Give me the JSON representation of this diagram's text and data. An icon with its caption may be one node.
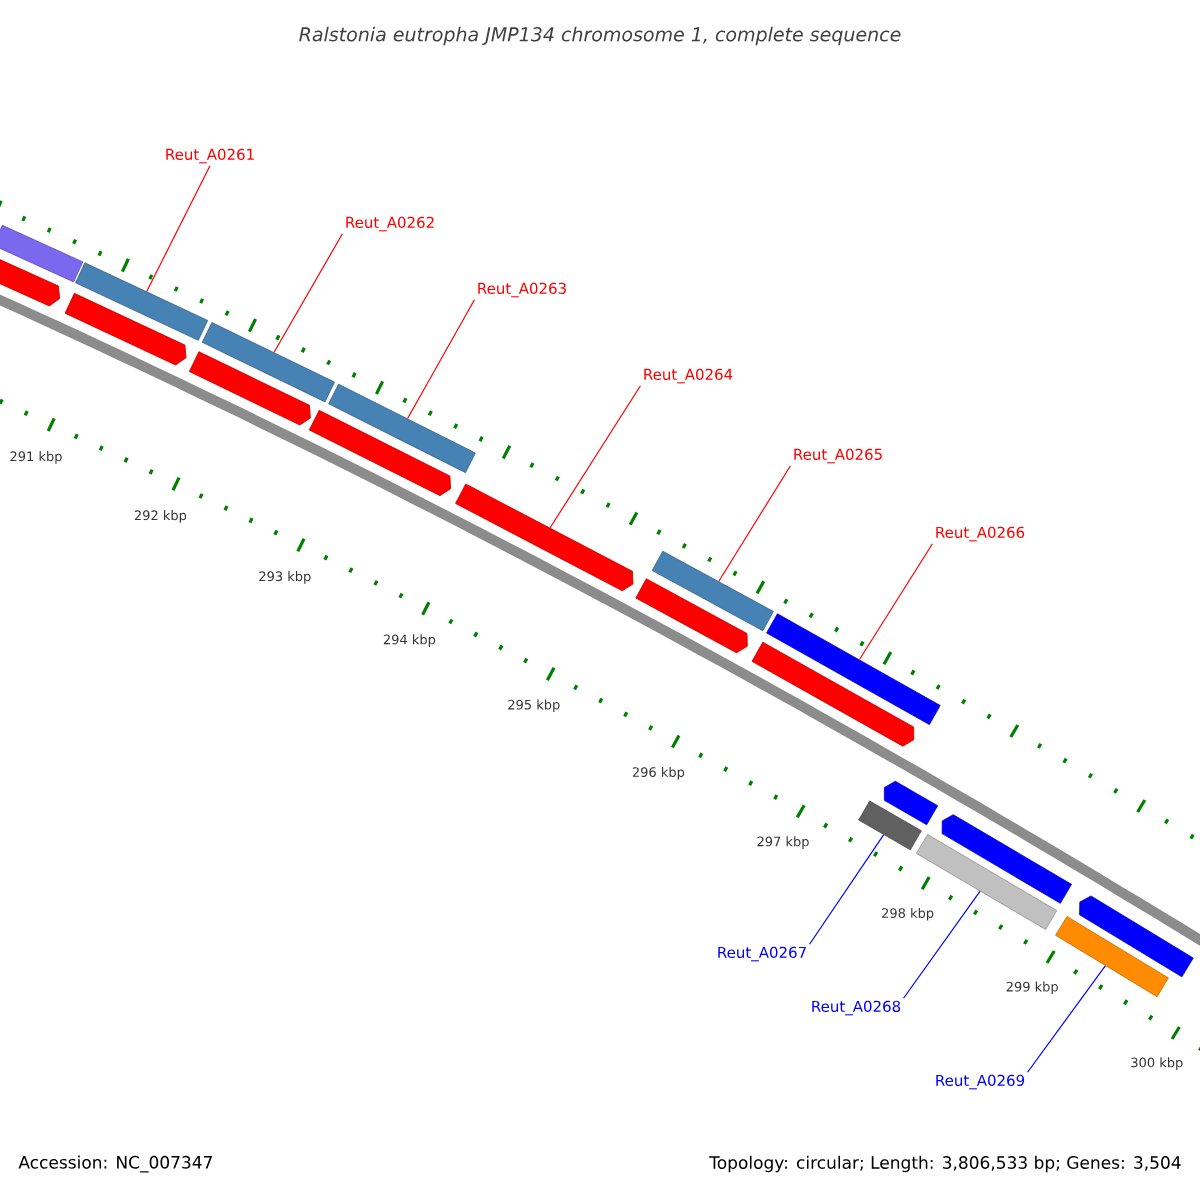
{
  "diagram": {
    "title": "Ralstonia eutropha JMP134 chromosome 1, complete sequence",
    "nodes": [
      {
        "text": [
          "Reut_A0261"
        ]
      },
      {
        "text": [
          "Reut_A0262"
        ]
      },
      {
        "text": [
          "Reut_A0263"
        ]
      },
      {
        "text": [
          "Reut_A0264"
        ]
      },
      {
        "text": [
          "Reut_A0265"
        ]
      },
      {
        "text": [
          "Reut_A0266"
        ]
      },
      {
        "text": [
          "Reut_A0267"
        ]
      },
      {
        "text": [
          "Reut_A0268"
        ]
      },
      {
        "text": [
          "Reut_A0269"
        ]
      },
      {
        "text": [],
        "shape": "bar"
      },
      {
        "text": [],
        "shape": "bar"
      },
      {
        "text": [],
        "shape": "bar"
      },
      {
        "text": [],
        "shape": "bar"
      },
      {
        "text": [],
        "shape": "bar"
      },
      {
        "text": [],
        "shape": "bar"
      },
      {
        "text": [],
        "shape": "bar"
      },
      {
        "text": [],
        "shape": "bar"
      },
      {
        "text": [],
        "shape": "bar"
      },
      {
        "text": [],
        "shape": "bar"
      },
      {
        "text": [],
        "shape": "bar"
      },
      {
        "text": [],
        "shape": "bar"
      },
      {
        "text": [],
        "shape": "bar"
      },
      {
        "text": [],
        "shape": "bar"
      },
      {
        "text": [],
        "shape": "bar"
      },
      {
        "text": [],
        "shape": "bar"
      },
      {
        "text": [],
        "shape": "bar"
      },
      {
        "text": [],
        "shape": "bar"
      },
      {
        "text": [],
        "shape": "bar"
      }
    ],
    "edges": [
      {
        "from": 0,
        "to": 11,
        "arrow": "none"
      },
      {
        "from": 1,
        "to": 14,
        "arrow": "none"
      },
      {
        "from": 2,
        "to": 16,
        "arrow": "none"
      },
      {
        "from": 3,
        "to": 17,
        "arrow": "none"
      },
      {
        "from": 4,
        "to": 19,
        "arrow": "none"
      },
      {
        "from": 5,
        "to": 21,
        "arrow": "none"
      },
      {
        "from": 6,
        "to": 22,
        "arrow": "none",
        "color": "#0000ff"
      },
      {
        "from": 7,
        "to": 24,
        "arrow": "none",
        "color": "#0000ff"
      },
      {
        "from": 8,
        "to": 26,
        "arrow": "none",
        "color": "#0000ff"
      }
    ],
    "labels": [
      "291 kbp",
      "292 kbp",
      "293 kbp",
      "294 kbp",
      "295 kbp",
      "296 kbp",
      "297 kbp",
      "298 kbp",
      "299 kbp",
      "300 kbp",
      "Accession: NC_007347",
      "Topology: circular; Length: 3,806,533 bp; Genes: 3,504"
    ]
  }
}
